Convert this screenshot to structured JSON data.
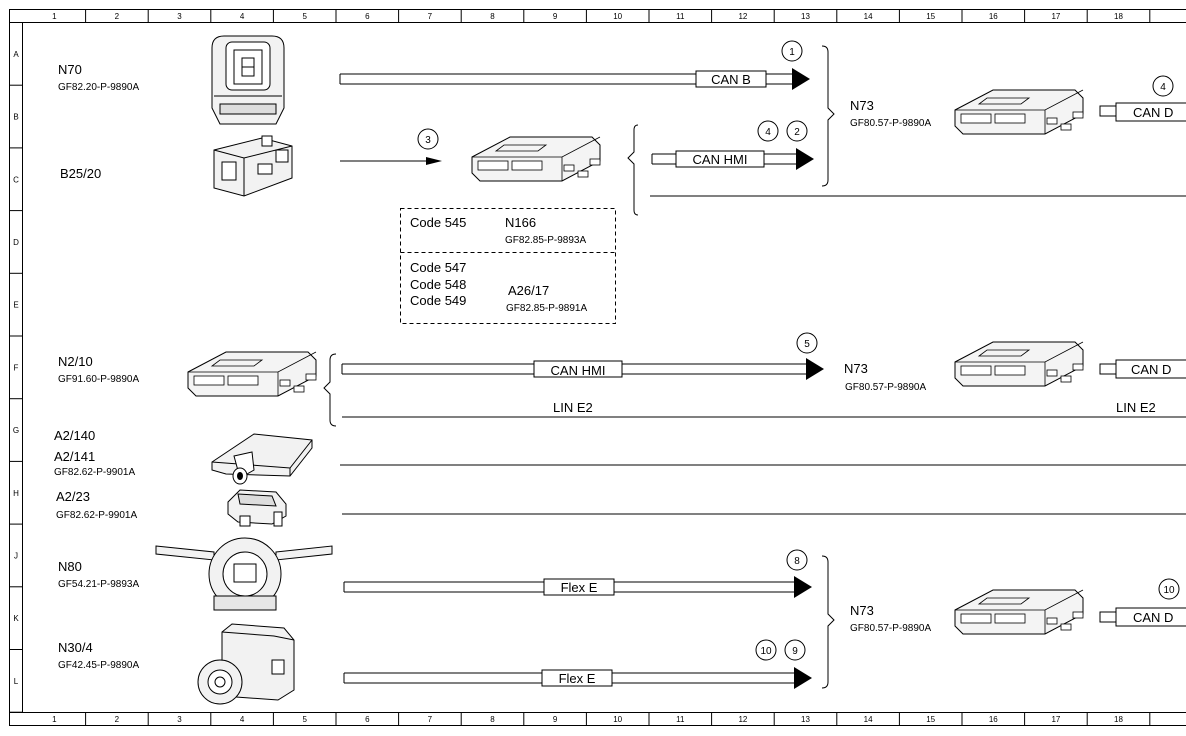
{
  "grid": {
    "columns": [
      "1",
      "2",
      "3",
      "4",
      "5",
      "6",
      "7",
      "8",
      "9",
      "10",
      "11",
      "12",
      "13",
      "14",
      "15",
      "16",
      "17",
      "18"
    ],
    "rows": [
      "A",
      "B",
      "C",
      "D",
      "E",
      "F",
      "G",
      "H",
      "J",
      "K",
      "L"
    ]
  },
  "components": {
    "n70": {
      "name": "N70",
      "code": "GF82.20-P-9890A"
    },
    "b25_20": {
      "name": "B25/20"
    },
    "n166": {
      "option": "Code 545",
      "name": "N166",
      "code": "GF82.85-P-9893A"
    },
    "a26_17": {
      "options": [
        "Code 547",
        "Code 548",
        "Code 549"
      ],
      "name": "A26/17",
      "code": "GF82.85-P-9891A"
    },
    "n2_10": {
      "name": "N2/10",
      "code": "GF91.60-P-9890A"
    },
    "a2_140": {
      "name": "A2/140"
    },
    "a2_141": {
      "name": "A2/141",
      "code": "GF82.62-P-9901A"
    },
    "a2_23": {
      "name": "A2/23",
      "code": "GF82.62-P-9901A"
    },
    "n80": {
      "name": "N80",
      "code": "GF54.21-P-9893A"
    },
    "n30_4": {
      "name": "N30/4",
      "code": "GF42.45-P-9890A"
    },
    "n73_top": {
      "name": "N73",
      "code": "GF80.57-P-9890A"
    },
    "n73_mid": {
      "name": "N73",
      "code": "GF80.57-P-9890A"
    },
    "n73_bot": {
      "name": "N73",
      "code": "GF80.57-P-9890A"
    }
  },
  "buses": {
    "can_b": "CAN B",
    "can_hmi_top": "CAN HMI",
    "can_hmi_mid": "CAN HMI",
    "lin_e2_left": "LIN E2",
    "lin_e2_right": "LIN E2",
    "flex_e_top": "Flex E",
    "flex_e_bot": "Flex E",
    "can_d_top": "CAN D",
    "can_d_mid": "CAN D",
    "can_d_bot": "CAN D"
  },
  "refs": {
    "r1": "1",
    "r2": "2",
    "r3": "3",
    "r4a": "4",
    "r4b": "4",
    "r5": "5",
    "r8": "8",
    "r9": "9",
    "r10a": "10",
    "r10b": "10"
  }
}
